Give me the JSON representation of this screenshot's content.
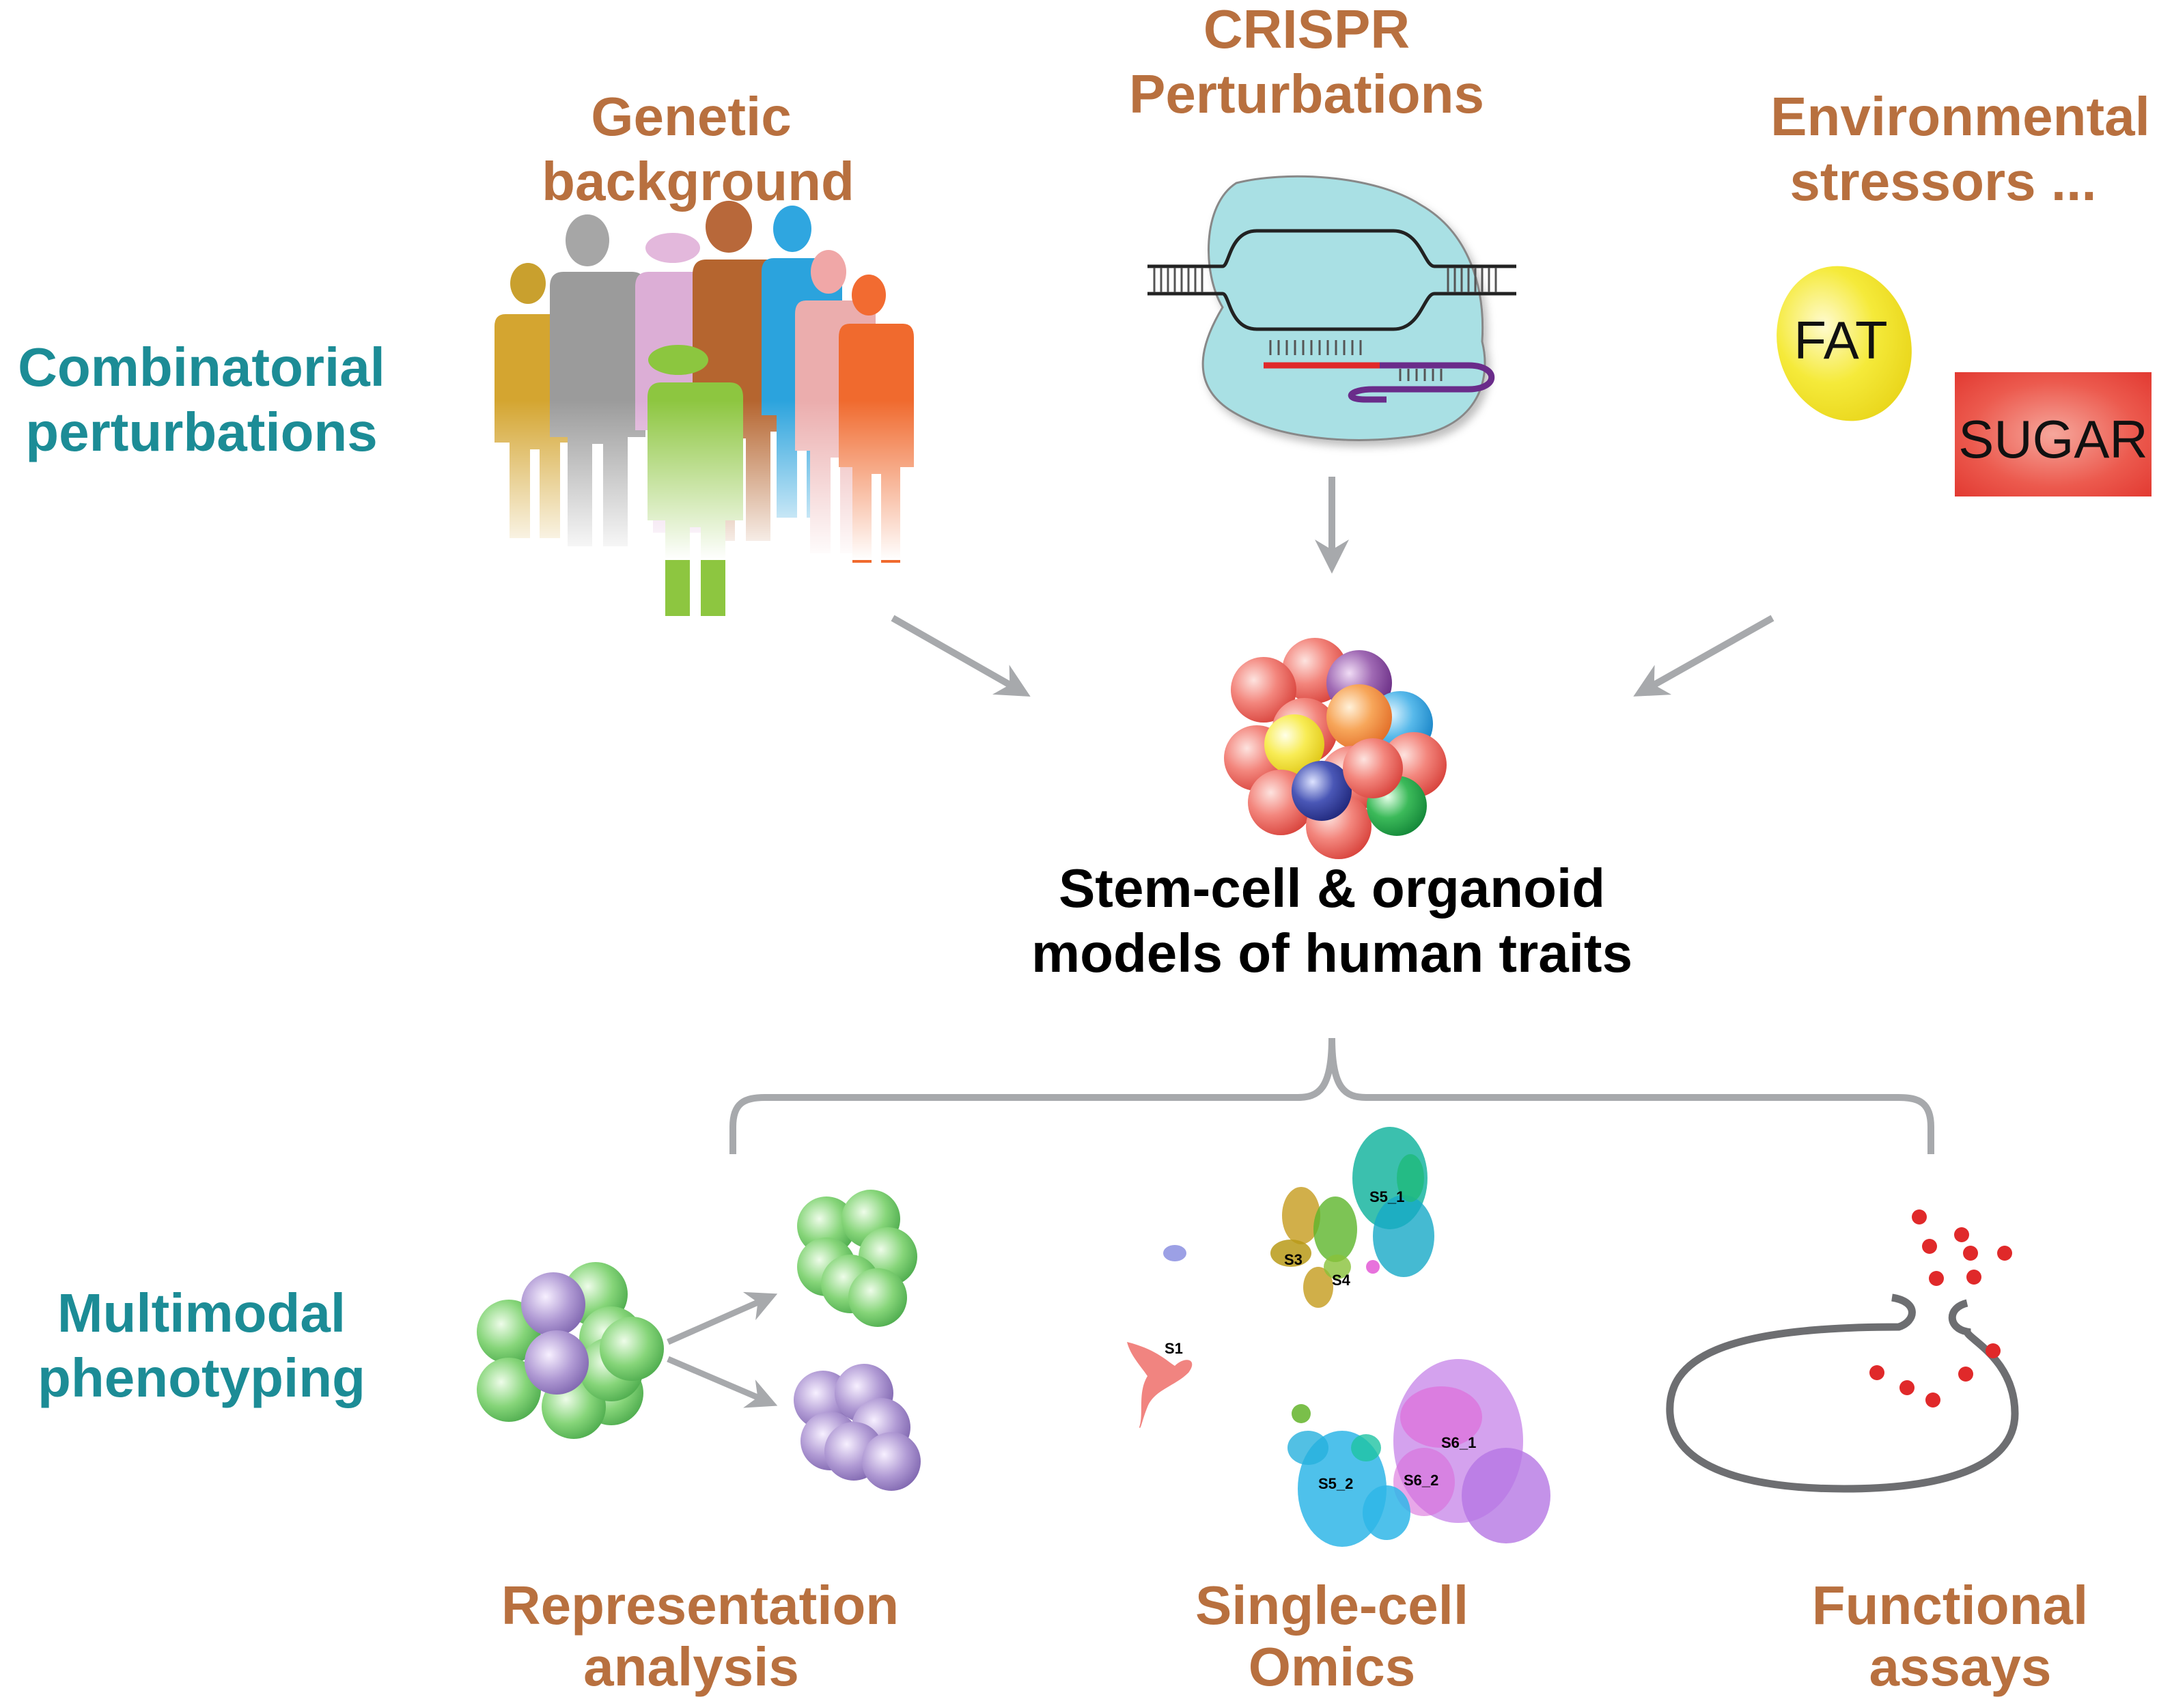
{
  "left_labels": {
    "combinatorial": [
      "Combinatorial",
      "perturbations"
    ],
    "multimodal": [
      "Multimodal",
      "phenotyping"
    ]
  },
  "inputs": {
    "genetic": [
      "Genetic",
      "background"
    ],
    "crispr": [
      "CRISPR",
      "Perturbations"
    ],
    "environmental": [
      "Environmental",
      "stressors ..."
    ],
    "fat": "FAT",
    "sugar": "SUGAR"
  },
  "center": [
    "Stem-cell & organoid",
    "models of human traits"
  ],
  "outputs": {
    "representation": [
      "Representation",
      "analysis"
    ],
    "singlecell": [
      "Single-cell",
      "Omics"
    ],
    "functional": [
      "Functional",
      "assays"
    ]
  },
  "umap_clusters": [
    "S5_1",
    "S3",
    "S4",
    "S1",
    "S6_1",
    "S5_2",
    "S6_2"
  ],
  "colors": {
    "label_orange": "#b8703f",
    "label_teal": "#1c8c96",
    "arrow_gray": "#a7a9ac",
    "fat_yellow": "#f2e51b",
    "sugar_red": "#e8463e",
    "crispr_body": "#a9e0e4"
  }
}
